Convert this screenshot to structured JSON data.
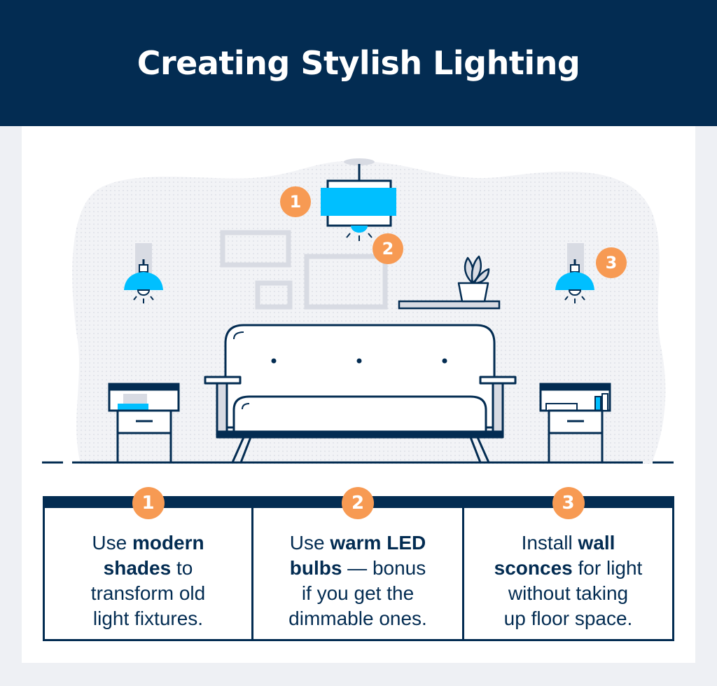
{
  "title": "Creating Stylish Lighting",
  "colors": {
    "navy": "#032c52",
    "accent": "#00bfff",
    "orange": "#f79a53",
    "gray": "#d8dbe3"
  },
  "markers": [
    "1",
    "2",
    "3"
  ],
  "tips": [
    {
      "number": "1",
      "lines": [
        [
          "Use ",
          [
            "modern"
          ]
        ],
        [
          [
            "shades"
          ],
          " to"
        ],
        [
          "transform old"
        ],
        [
          "light fixtures."
        ]
      ]
    },
    {
      "number": "2",
      "lines": [
        [
          "Use ",
          [
            "warm LED"
          ]
        ],
        [
          [
            "bulbs"
          ],
          " — bonus"
        ],
        [
          "if you get the"
        ],
        [
          "dimmable ones."
        ]
      ]
    },
    {
      "number": "3",
      "lines": [
        [
          "Install ",
          [
            "wall"
          ]
        ],
        [
          [
            "sconces"
          ],
          " for light"
        ],
        [
          "without taking"
        ],
        [
          "up floor space."
        ]
      ]
    }
  ]
}
